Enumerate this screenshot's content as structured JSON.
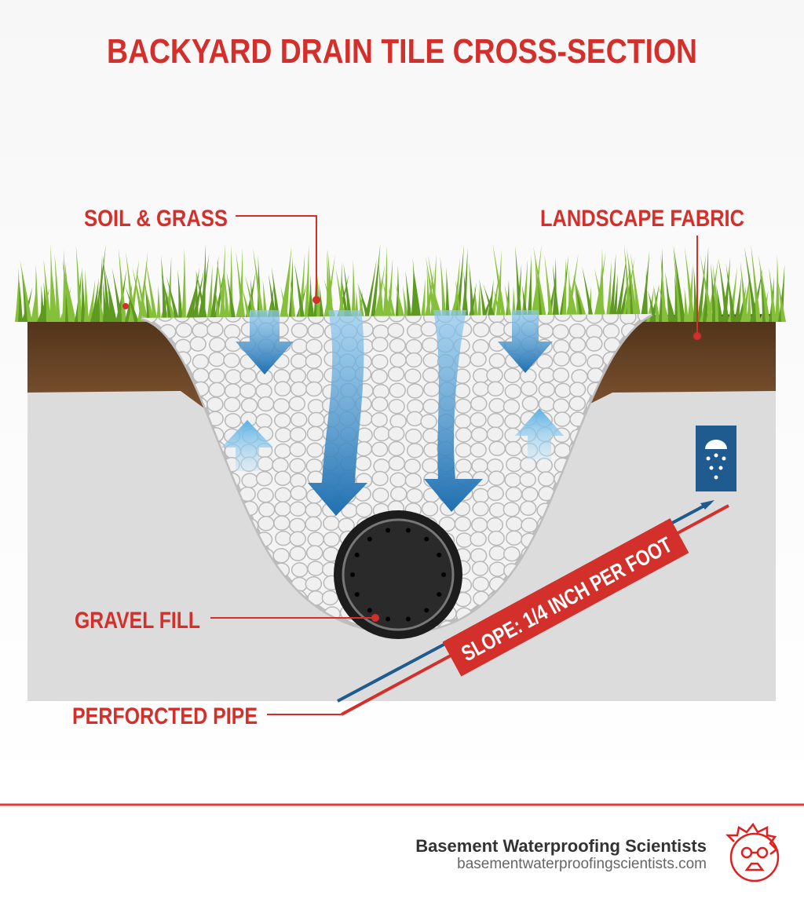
{
  "title": "BACKYARD DRAIN TILE CROSS-SECTION",
  "labels": {
    "soil_grass": "SOIL & GRASS",
    "landscape_fabric": "LANDSCAPE FABRIC",
    "gravel_fill": "GRAVEL FILL",
    "perforated_pipe": "PERFORCTED PIPE",
    "slope": "SLOPE: 1/4 INCH PER FOOT"
  },
  "icons": [
    "rain-shower-icon",
    "water-flow-arrow-icon",
    "logo-scientist-icon"
  ],
  "footer": {
    "brand_name": "Basement Waterproofing Scientists",
    "url": "basementwaterproofingscientists.com"
  },
  "colors": {
    "accent_red": "#d3302c",
    "water_blue": "#2a7fc0",
    "soil_brown": "#6b4526",
    "grass_green": "#6aa52c",
    "ground_grey": "#dcdcdc",
    "icon_navy": "#1f5b8e"
  }
}
